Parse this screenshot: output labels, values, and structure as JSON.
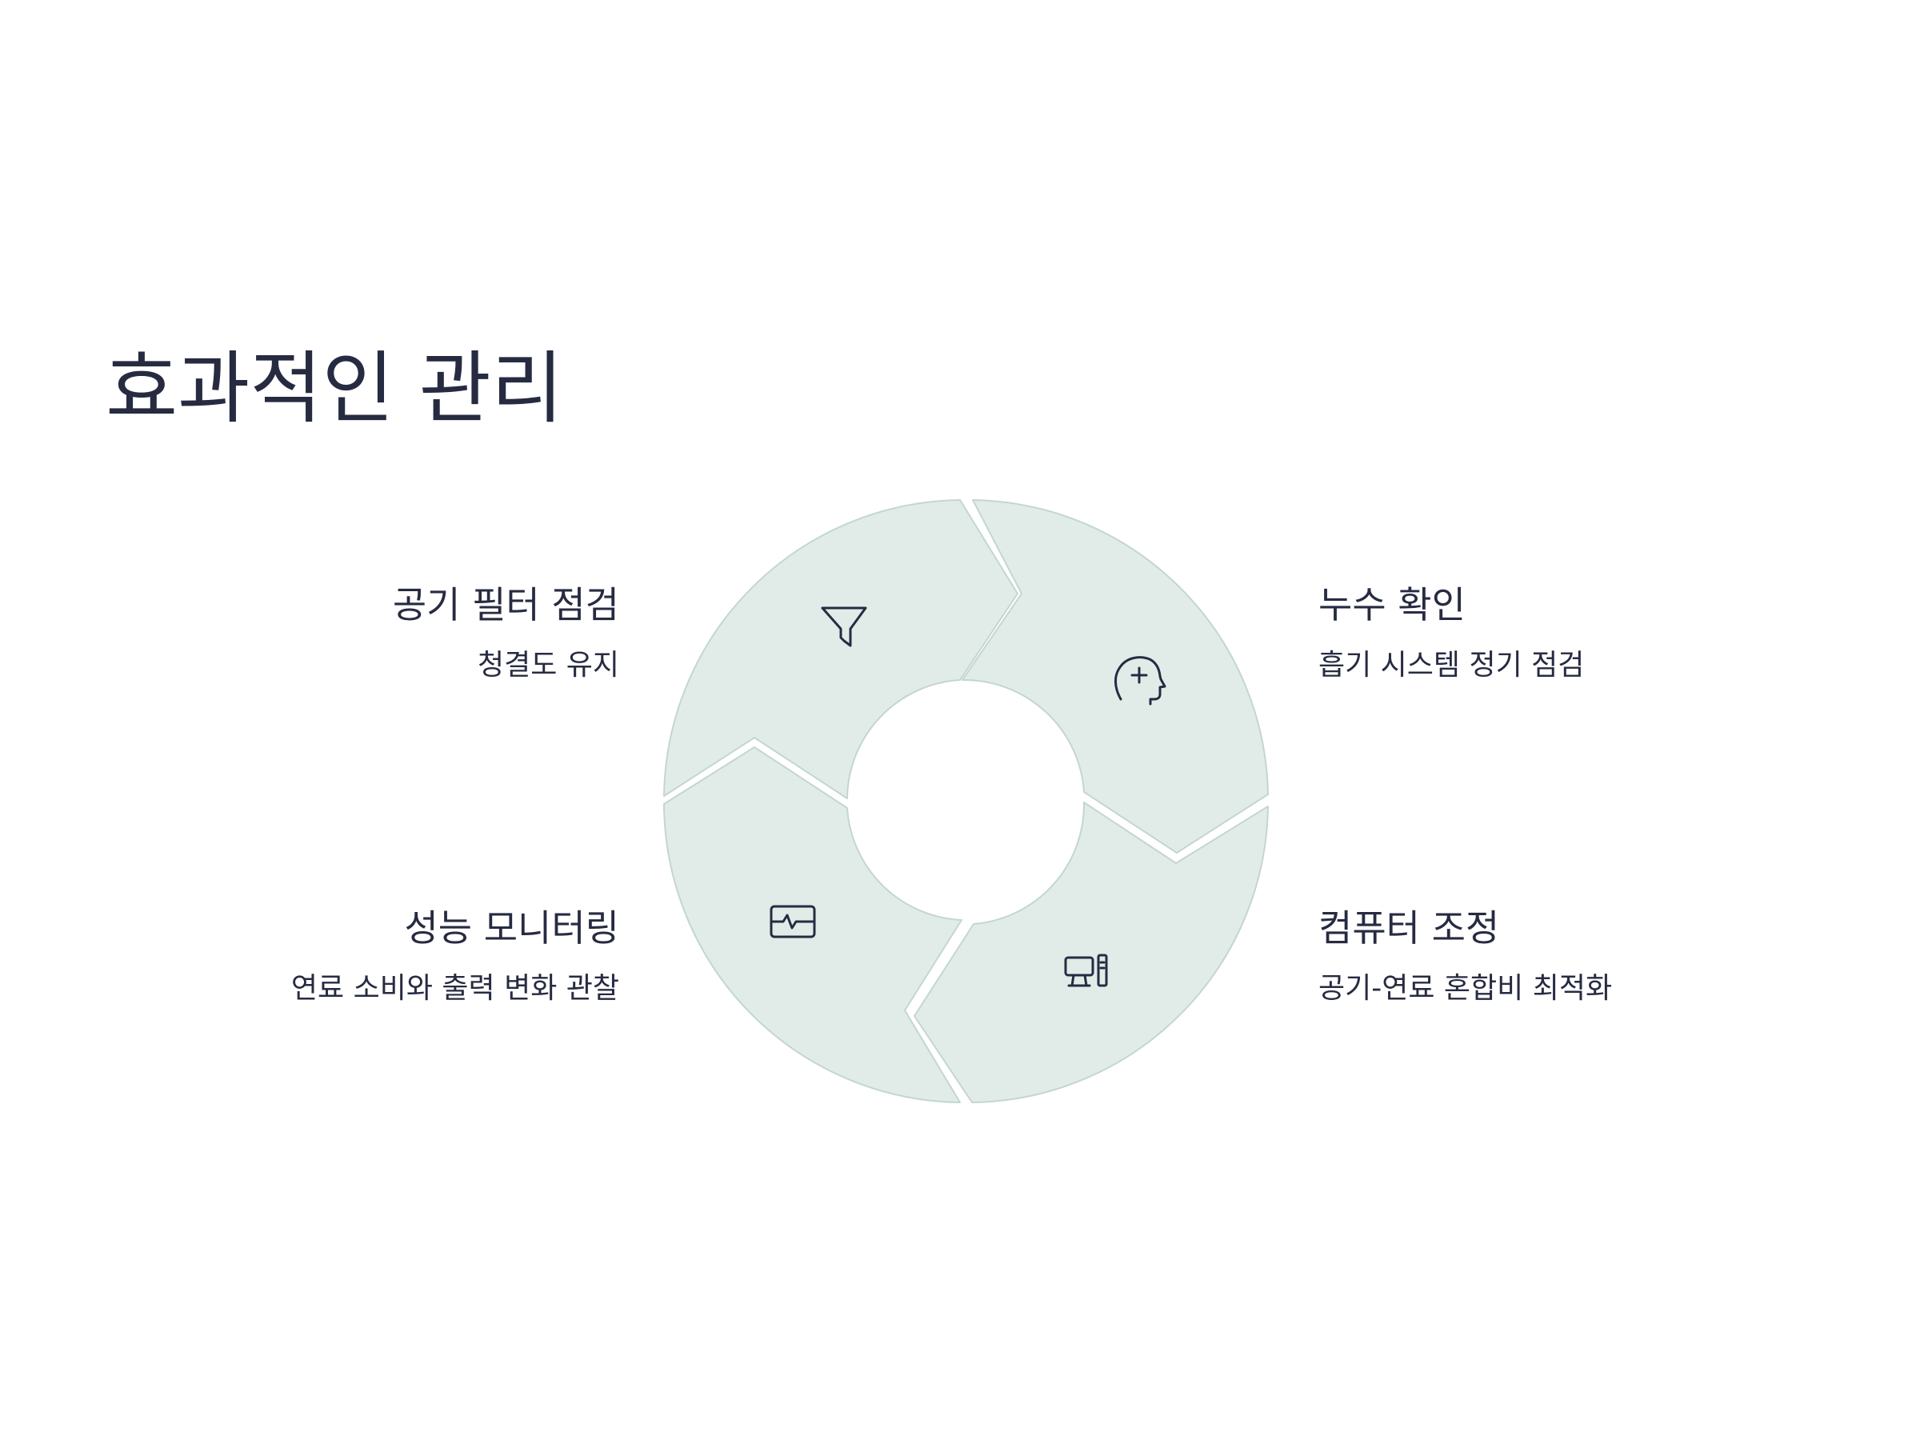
{
  "title": "효과적인 관리",
  "colors": {
    "segment_fill": "#e1ece9",
    "segment_stroke": "#c3d6d0",
    "icon": "#272b41",
    "text": "#272b41"
  },
  "steps": [
    {
      "id": "tl",
      "heading": "공기 필터 점검",
      "description": "청결도 유지",
      "icon": "funnel-icon"
    },
    {
      "id": "tr",
      "heading": "누수 확인",
      "description": "흡기 시스템 정기 점검",
      "icon": "head-plus-icon"
    },
    {
      "id": "br",
      "heading": "컴퓨터 조정",
      "description": "공기-연료 혼합비 최적화",
      "icon": "computer-icon"
    },
    {
      "id": "bl",
      "heading": "성능 모니터링",
      "description": "연료 소비와 출력 변화 관찰",
      "icon": "activity-monitor-icon"
    }
  ]
}
